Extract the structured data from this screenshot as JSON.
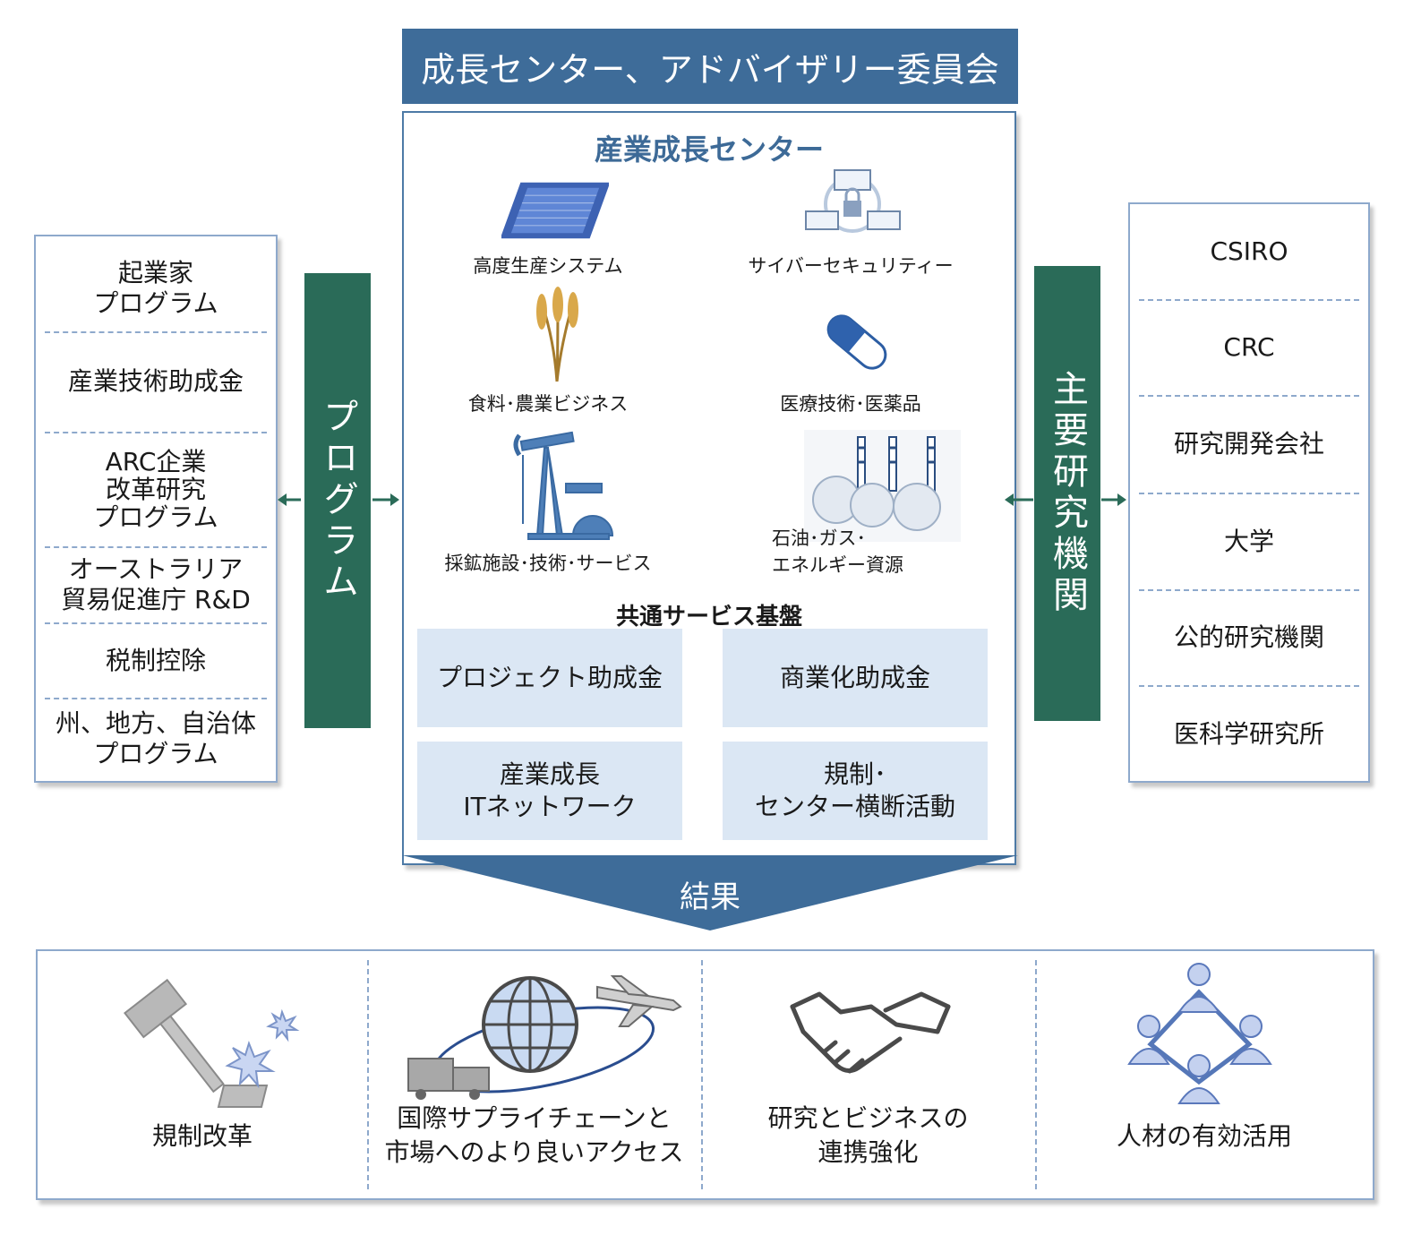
{
  "header": {
    "title": "成長センター、アドバイザリー委員会"
  },
  "center": {
    "title": "産業成長センター",
    "sectors": [
      {
        "label": "高度生産システム",
        "icon": "microchip-icon"
      },
      {
        "label": "サイバーセキュリティー",
        "icon": "network-lock-icon"
      },
      {
        "label": "食料･農業ビジネス",
        "icon": "wheat-icon"
      },
      {
        "label": "医療技術･医薬品",
        "icon": "capsule-icon"
      },
      {
        "label": "採鉱施設･技術･サービス",
        "icon": "pumpjack-icon"
      },
      {
        "label_line1": "石油･ガス･",
        "label_line2": "エネルギー資源",
        "icon": "refinery-icon"
      }
    ],
    "common_title": "共通サービス基盤",
    "services": [
      {
        "line1": "プロジェクト助成金"
      },
      {
        "line1": "商業化助成金"
      },
      {
        "line1": "産業成長",
        "line2": "ITネットワーク"
      },
      {
        "line1": "規制･",
        "line2": "センター横断活動"
      }
    ],
    "result_label": "結果"
  },
  "programs": {
    "bar_label": "プログラム",
    "items": [
      {
        "line1": "起業家",
        "line2": "プログラム"
      },
      {
        "line1": "産業技術助成金"
      },
      {
        "line1": "ARC企業",
        "line2": "改革研究",
        "line3": "プログラム"
      },
      {
        "line1": "オーストラリア",
        "line2": "貿易促進庁 R&D"
      },
      {
        "line1": "税制控除"
      },
      {
        "line1": "州、地方、自治体",
        "line2": "プログラム"
      }
    ]
  },
  "research": {
    "bar_label": "主要研究機関",
    "items": [
      "CSIRO",
      "CRC",
      "研究開発会社",
      "大学",
      "公的研究機関",
      "医科学研究所"
    ]
  },
  "outcomes": [
    {
      "line1": "規制改革",
      "icon": "gavel-icon"
    },
    {
      "line1": "国際サプライチェーンと",
      "line2": "市場へのより良いアクセス",
      "icon": "globe-logistics-icon"
    },
    {
      "line1": "研究とビジネスの",
      "line2": "連携強化",
      "icon": "handshake-icon"
    },
    {
      "line1": "人材の有効活用",
      "icon": "people-network-icon"
    }
  ],
  "colors": {
    "title_bg": "#3e6c99",
    "green": "#2a6b58",
    "service_bg": "#dbe7f4",
    "border": "#8ea9cc"
  }
}
